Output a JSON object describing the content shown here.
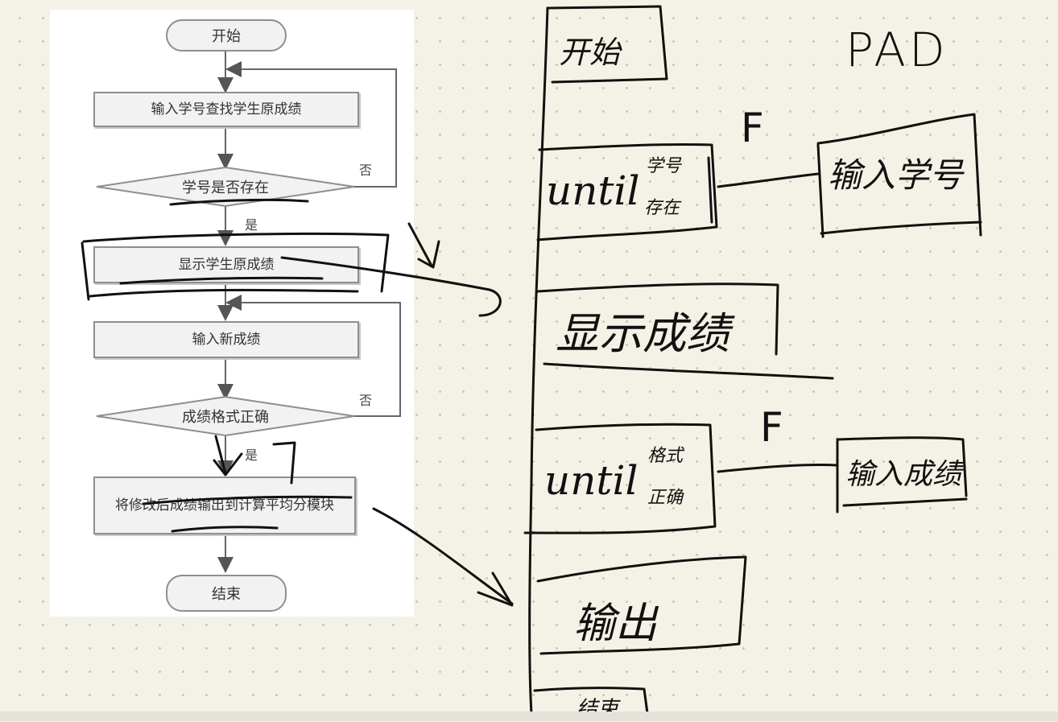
{
  "flowchart": {
    "start_label": "开始",
    "step_input_id": "输入学号查找学生原成绩",
    "decision_id_exists": "学号是否存在",
    "no_label_1": "否",
    "yes_label_1": "是",
    "step_show_score": "显示学生原成绩",
    "step_input_new": "输入新成绩",
    "decision_format": "成绩格式正确",
    "no_label_2": "否",
    "yes_label_2": "是",
    "step_output": "将修改后成绩输出到计算平均分模块",
    "end_label": "结束"
  },
  "pad_notes": {
    "title": "PAD",
    "start": "开始",
    "loop1_keyword": "until",
    "loop1_condition_line1": "学号",
    "loop1_condition_line2": "存在",
    "loop1_false_mark": "F",
    "loop1_body": "输入学号",
    "show_score": "显示成绩",
    "loop2_keyword": "until",
    "loop2_condition_line1": "格式",
    "loop2_condition_line2": "正确",
    "loop2_false_mark": "F",
    "loop2_body": "输入成绩",
    "output": "输出",
    "end": "结束"
  }
}
